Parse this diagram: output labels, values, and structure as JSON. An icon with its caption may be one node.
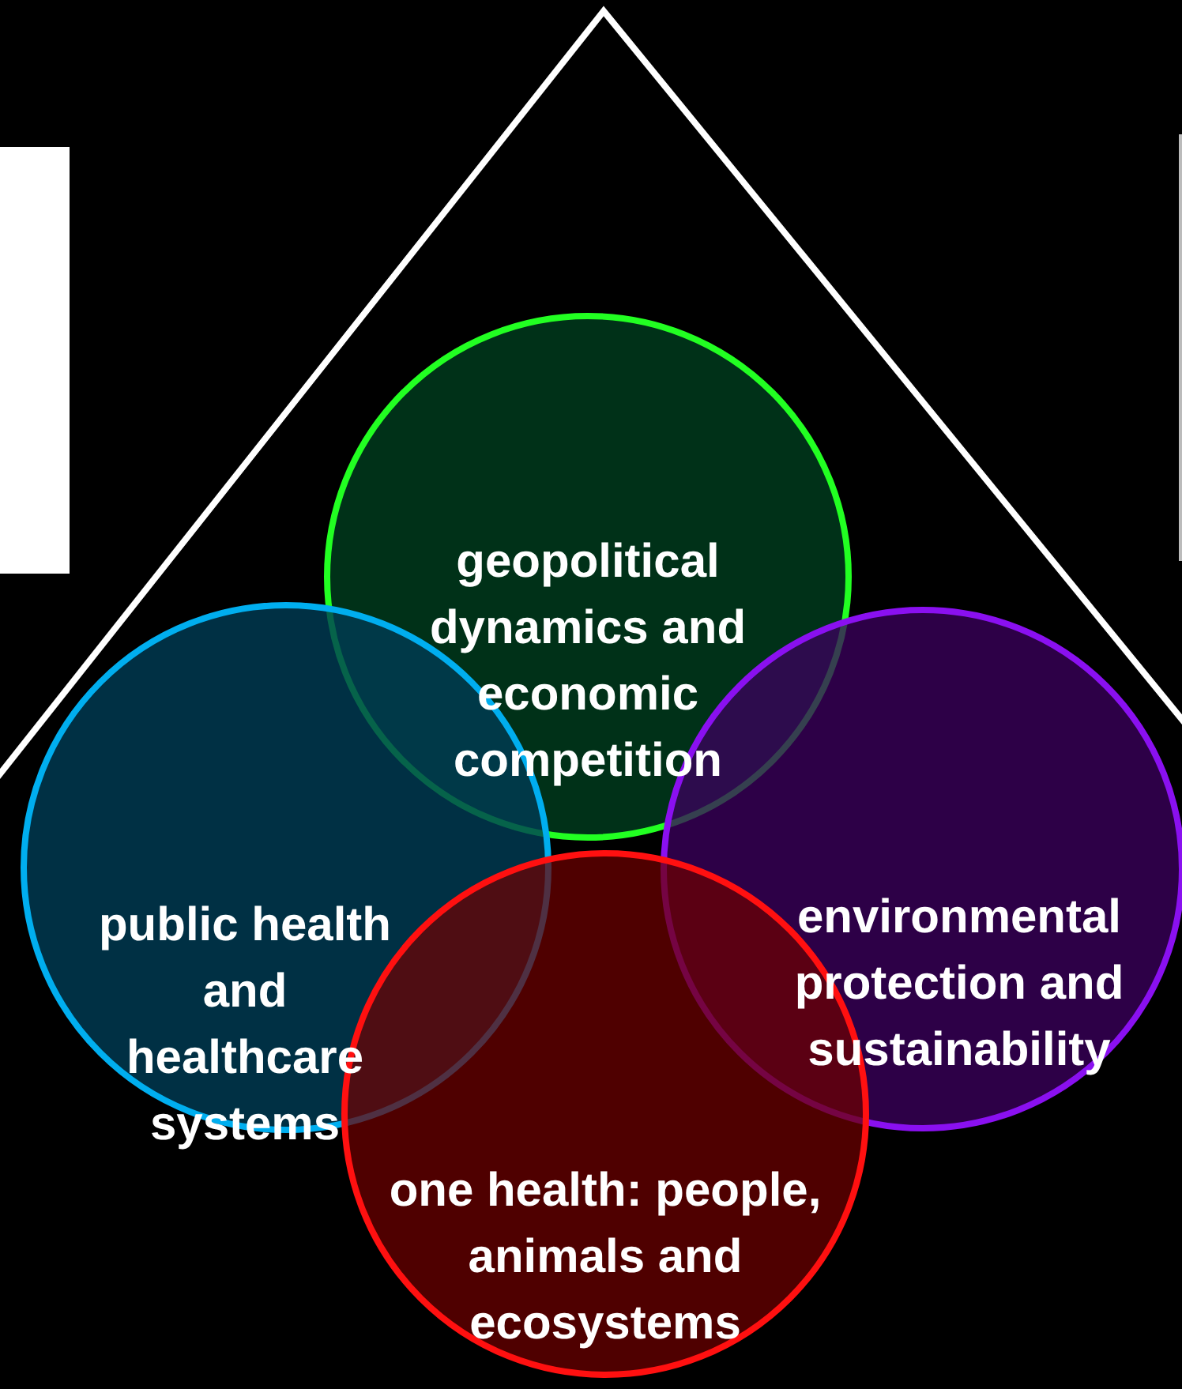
{
  "diagram": {
    "nodes": [
      {
        "text": [
          "geopolitical dynamics and economic competition"
        ]
      },
      {
        "text": [
          "public health and healthcare systems"
        ]
      },
      {
        "text": [
          "environmental protection and sustainability"
        ]
      },
      {
        "text": [
          "one health: people, animals and ecosystems"
        ]
      }
    ]
  }
}
